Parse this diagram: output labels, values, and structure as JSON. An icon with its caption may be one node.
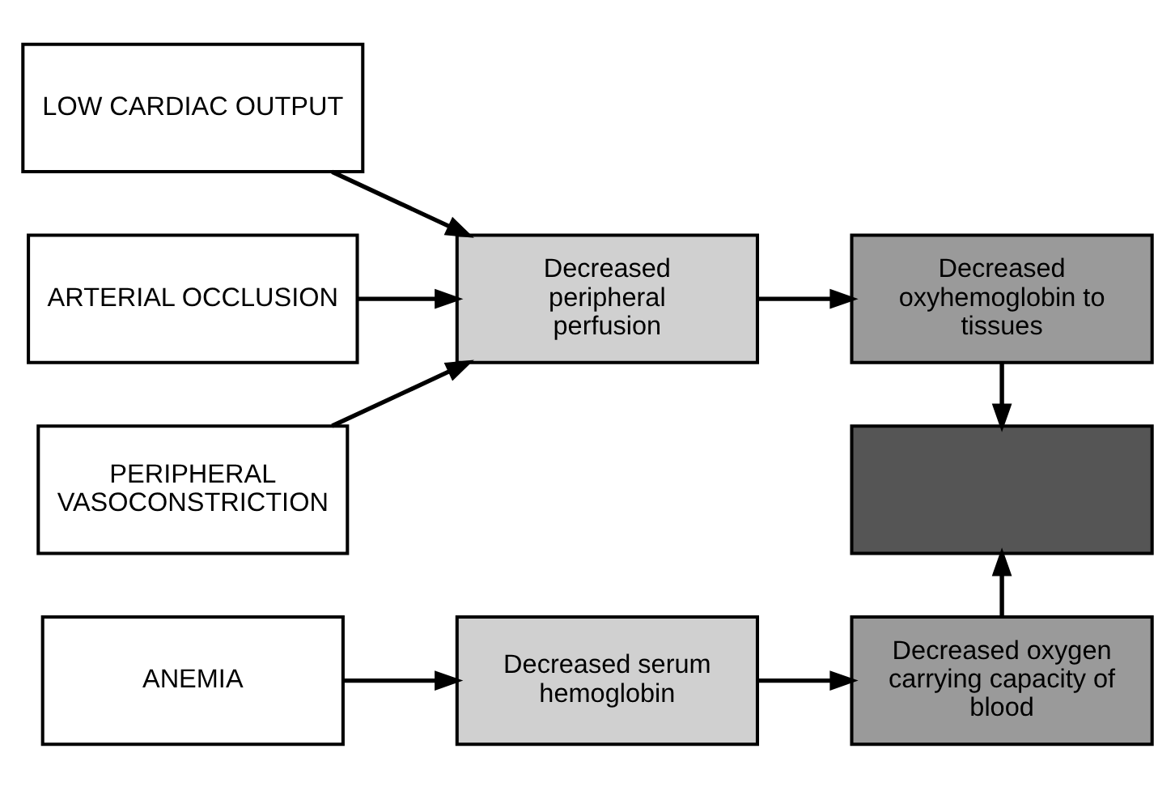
{
  "diagram": {
    "nodes": [
      {
        "text": [
          "LOW CARDIAC OUTPUT"
        ]
      },
      {
        "text": [
          "ARTERIAL OCCLUSION"
        ]
      },
      {
        "text": [
          "PERIPHERAL VASOCONSTRICTION"
        ]
      },
      {
        "text": [
          "Decreased peripheral perfusion"
        ]
      },
      {
        "text": [
          "Decreased oxyhemoglobin to tissues"
        ]
      },
      {
        "text": [],
        "shape": "box"
      },
      {
        "text": [
          "ANEMIA"
        ]
      },
      {
        "text": [
          "Decreased serum hemoglobin"
        ]
      },
      {
        "text": [
          "Decreased oxygen carrying capacity of blood"
        ]
      }
    ],
    "edges": [
      {
        "from": 0,
        "to": 3,
        "arrow": "to"
      },
      {
        "from": 1,
        "to": 3,
        "arrow": "to"
      },
      {
        "from": 2,
        "to": 3,
        "arrow": "to"
      },
      {
        "from": 3,
        "to": 4,
        "arrow": "to"
      },
      {
        "from": 4,
        "to": 5,
        "arrow": "to"
      },
      {
        "from": 8,
        "to": 5,
        "arrow": "to"
      },
      {
        "from": 6,
        "to": 7,
        "arrow": "to"
      },
      {
        "from": 7,
        "to": 8,
        "arrow": "to"
      }
    ]
  }
}
